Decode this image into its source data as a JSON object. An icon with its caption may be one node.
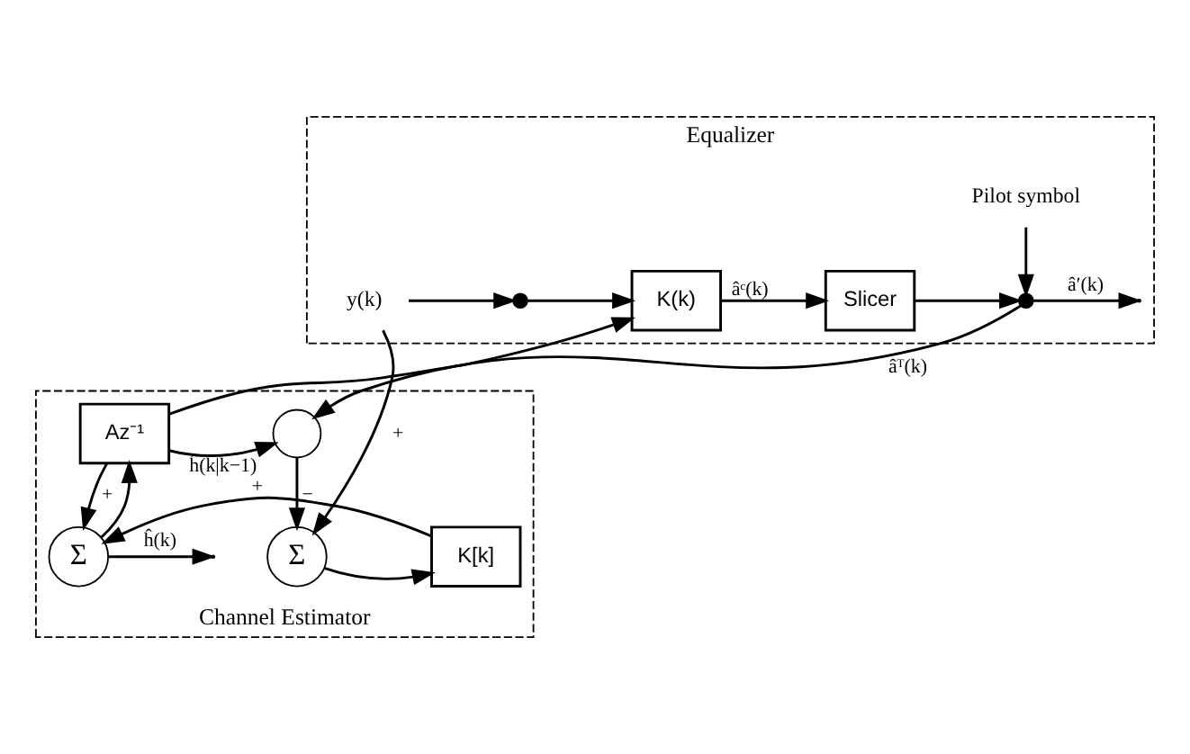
{
  "diagram": {
    "nodes": [
      {
        "text": [
          "Equalizer"
        ]
      },
      {
        "text": [
          "Pilot symbol"
        ],
        "in": 0
      },
      {
        "text": [
          "y(k)"
        ],
        "in": 0
      },
      {
        "text": [],
        "shape": "switch",
        "in": 0
      },
      {
        "text": [
          "K(k)"
        ],
        "in": 0
      },
      {
        "text": [
          "Slicer"
        ],
        "in": 0
      },
      {
        "text": [],
        "shape": "switch",
        "in": 0
      },
      {
        "text": [
          "Channel Estimator"
        ]
      },
      {
        "text": [],
        "shape": "circle",
        "in": 7
      },
      {
        "text": [
          "Σ"
        ],
        "in": 7
      },
      {
        "text": [
          "K[k]"
        ],
        "in": 7
      },
      {
        "text": [
          "Σ"
        ],
        "in": 7
      },
      {
        "text": [
          "Az⁻¹"
        ],
        "in": 7
      }
    ],
    "edges": [
      {
        "from": 1,
        "to": 6,
        "arrow": "to"
      },
      {
        "from": 2,
        "to": 3,
        "arrow": "to"
      },
      {
        "from": 2,
        "to": 9,
        "arrow": "to",
        "label": "+"
      },
      {
        "from": 3,
        "to": 4,
        "arrow": "to"
      },
      {
        "from": 4,
        "to": 5,
        "arrow": "to",
        "label": "âᶜ(k)"
      },
      {
        "from": 5,
        "to": 6,
        "arrow": "to"
      },
      {
        "from": 6,
        "to": null,
        "arrow": "to",
        "label": "â′(k)"
      },
      {
        "from": 6,
        "to": 8,
        "arrow": "to",
        "label": "âᵀ(k)"
      },
      {
        "from": 12,
        "to": 8,
        "arrow": "to",
        "label": "ĥ(k|k−1)"
      },
      {
        "from": 12,
        "to": 4,
        "arrow": "to"
      },
      {
        "from": 12,
        "to": 11,
        "arrow": "to",
        "label": "+"
      },
      {
        "from": 8,
        "to": 9,
        "arrow": "to",
        "label": "−"
      },
      {
        "from": 9,
        "to": 10,
        "arrow": "to"
      },
      {
        "from": 10,
        "to": 11,
        "arrow": "to",
        "label": "+"
      },
      {
        "from": 11,
        "to": null,
        "arrow": "to",
        "label": "ĥ(k)"
      },
      {
        "from": 11,
        "to": 12,
        "arrow": "to"
      }
    ]
  }
}
